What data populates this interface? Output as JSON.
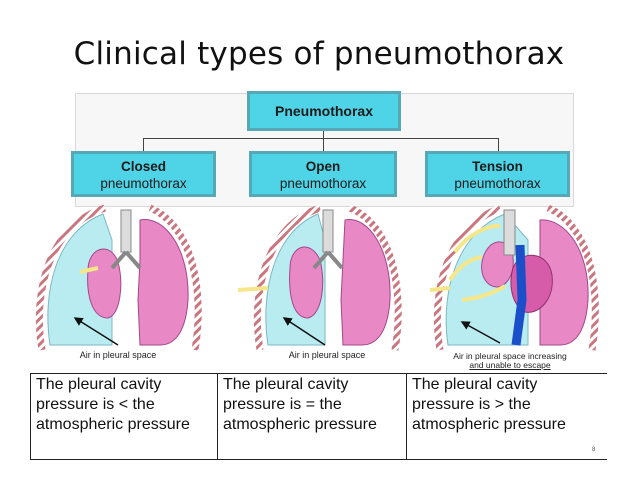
{
  "title": "Clinical types of pneumothorax",
  "root": "Pneumothorax",
  "types": [
    {
      "line1": "Closed",
      "line2": "pneumothorax",
      "caption": "Air in pleural space",
      "description": "The pleural cavity pressure is < the atmospheric pressure"
    },
    {
      "line1": "Open",
      "line2": "pneumothorax",
      "caption": "Air in pleural space",
      "description": "The pleural cavity pressure is = the atmospheric pressure"
    },
    {
      "line1": "Tension",
      "line2": "pneumothorax",
      "caption": "Air in pleural space increasing",
      "caption2": "and unable to escape",
      "description": "The pleural cavity pressure is > the atmospheric pressure"
    }
  ],
  "slide_number": "8",
  "colors": {
    "box_fill": "#4fd3e6",
    "box_border": "#55a9b7",
    "lung": "#e889c6",
    "pleural_space": "#b9ecf1",
    "arrow": "#f6e68a",
    "vein": "#1a4fc9"
  }
}
